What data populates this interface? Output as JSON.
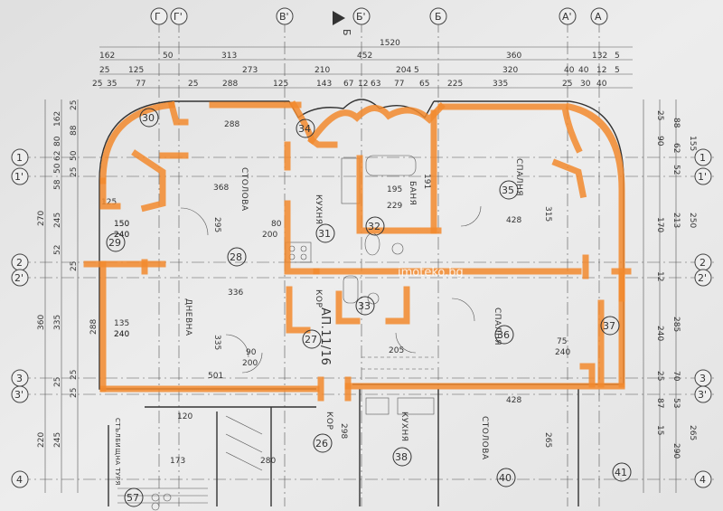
{
  "axes": {
    "top": [
      "Г",
      "Г'",
      "В'",
      "Б'",
      "Б",
      "А'",
      "А"
    ],
    "side": [
      "1",
      "1'",
      "2",
      "2'",
      "3",
      "3'",
      "4"
    ],
    "marker": "Б"
  },
  "top_dims": {
    "row1": [
      "1520"
    ],
    "row2": [
      "162",
      "50",
      "313",
      "452",
      "360",
      "132",
      "5"
    ],
    "row3": [
      "25",
      "125",
      "273",
      "210",
      "204",
      "5",
      "320",
      "40",
      "40",
      "12",
      "5"
    ],
    "row4": [
      "25",
      "35",
      "77",
      "25",
      "288",
      "125",
      "143",
      "67",
      "12",
      "63",
      "77",
      "65",
      "225",
      "335",
      "25",
      "30",
      "40"
    ]
  },
  "side_dims_left": {
    "outer": [
      "270",
      "360",
      "220"
    ],
    "mid": [
      "162",
      "80",
      "62",
      "50",
      "58",
      "245",
      "52",
      "335",
      "25",
      "245"
    ],
    "inner": [
      "25",
      "88",
      "50",
      "25",
      "125",
      "150",
      "240",
      "288",
      "240",
      "25",
      "25",
      "25"
    ]
  },
  "side_dims_right": {
    "outer": [
      "155",
      "250",
      "265"
    ],
    "mid": [
      "88",
      "62",
      "52",
      "213",
      "285",
      "70",
      "53",
      "290"
    ],
    "inner": [
      "25",
      "90",
      "170",
      "240",
      "12",
      "25",
      "87",
      "15"
    ]
  },
  "rooms": [
    {
      "num": "30",
      "label": ""
    },
    {
      "num": "34",
      "label": ""
    },
    {
      "num": "35",
      "label": "СПАЛНЯ"
    },
    {
      "num": "28",
      "label": "СТОЛОВА"
    },
    {
      "num": "29",
      "label": ""
    },
    {
      "num": "31",
      "label": "КУХНЯ"
    },
    {
      "num": "32",
      "label": "БАНЯ"
    },
    {
      "num": "33",
      "label": ""
    },
    {
      "num": "27",
      "label": "КОР"
    },
    {
      "num": "36",
      "label": "СПАЛНЯ"
    },
    {
      "num": "37",
      "label": ""
    },
    {
      "num": "26",
      "label": "КОР"
    },
    {
      "num": "38",
      "label": "КУХНЯ"
    },
    {
      "num": "40",
      "label": "СТОЛОВА"
    },
    {
      "num": "41",
      "label": ""
    },
    {
      "num": "57",
      "label": ""
    }
  ],
  "labels": {
    "dnevna": "ДНЕВНА",
    "apartment": "АП.11/16",
    "stairs": "СТЪЛБИЩНА ТУРЯ",
    "watermark": "imoteko.bg"
  },
  "inner_dims": [
    "288",
    "368",
    "295",
    "336",
    "335",
    "501",
    "428",
    "315",
    "428",
    "195",
    "229",
    "191",
    "80",
    "200",
    "120",
    "205",
    "298",
    "265",
    "280",
    "173",
    "150",
    "240",
    "135",
    "240",
    "90",
    "200",
    "75",
    "240"
  ]
}
